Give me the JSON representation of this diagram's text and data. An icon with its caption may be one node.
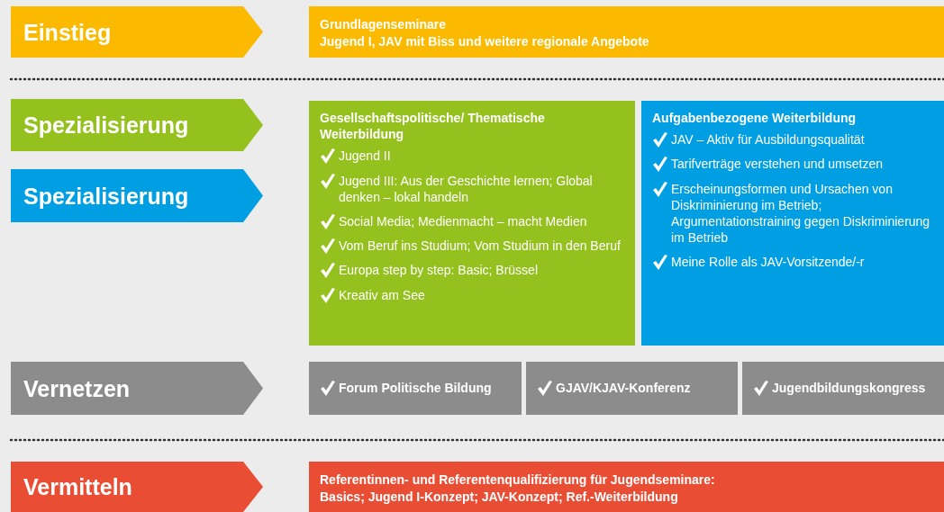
{
  "diagram": {
    "nodes": [
      {
        "text": [
          "Einstieg"
        ]
      },
      {
        "text": [
          "Grundlagenseminare",
          "Jugend I, JAV mit Biss und weitere regionale Angebote"
        ]
      },
      {
        "text": [
          "Spezialisierung"
        ]
      },
      {
        "text": [
          "Spezialisierung"
        ]
      },
      {
        "text": [
          "Gesellschaftspolitische/ Thematische Weiterbildung",
          "Jugend II",
          "Jugend III: Aus der Geschichte lernen; Global denken – lokal handeln",
          "Social Media; Medienmacht – macht Medien",
          "Vom Beruf ins Studium; Vom Studium in den Beruf",
          "Europa step by step: Basic; Brüssel",
          "Kreativ am See"
        ]
      },
      {
        "text": [
          "Aufgabenbezogene Weiterbildung",
          "JAV – Aktiv für Ausbildungsqualität",
          "Tarifverträge verstehen und umsetzen",
          "Erscheinungsformen und Ursachen von Diskriminierung im Betrieb; Argumentationstraining gegen Diskriminierung im Betrieb",
          "Meine Rolle als JAV-Vorsitzende/-r"
        ]
      },
      {
        "text": [
          "Vernetzen"
        ]
      },
      {
        "text": [
          "Forum Politische Bildung"
        ]
      },
      {
        "text": [
          "GJAV/KJAV-Konferenz"
        ]
      },
      {
        "text": [
          "Jugendbildungskongress"
        ]
      },
      {
        "text": [
          "Vermitteln"
        ]
      },
      {
        "text": [
          "Referentinnen- und Referentenqualifizierung für Jugendseminare:",
          "Basics; Jugend I-Konzept; JAV-Konzept; Ref.-Weiterbildung"
        ]
      }
    ]
  }
}
